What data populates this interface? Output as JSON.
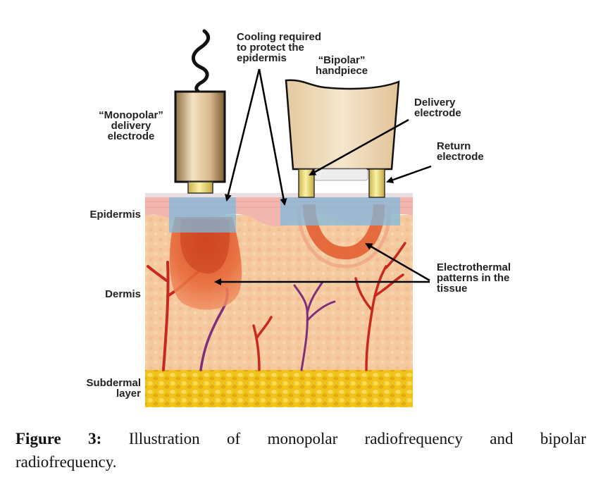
{
  "labels": {
    "cooling": [
      "Cooling required",
      "to protect the",
      "epidermis"
    ],
    "bipolar_handpiece": [
      "“Bipolar”",
      "handpiece"
    ],
    "monopolar": [
      "“Monopolar”",
      "delivery",
      "electrode"
    ],
    "delivery_electrode": [
      "Delivery",
      "electrode"
    ],
    "return_electrode": [
      "Return",
      "electrode"
    ],
    "epidermis": "Epidermis",
    "dermis": "Dermis",
    "electrothermal": [
      "Electrothermal",
      "patterns in the",
      "tissue"
    ],
    "subdermal": [
      "Subdermal",
      "layer"
    ]
  },
  "caption": {
    "figure_label": "Figure 3:",
    "text_line1": "Illustration of monopolar radiofrequency and bipolar",
    "text_line2": "radiofrequency."
  },
  "colors": {
    "dermis": "#f6c9a0",
    "epidermis": "#f2b9b0",
    "subdermal": "#f0c419",
    "cooling": "#7fb9dc",
    "heat": "#e2582c",
    "handpiece": "#e9d3b0",
    "electrode_tip": "#f3e488",
    "vessel_red": "#c8281e",
    "vessel_purple": "#7d2f7a"
  }
}
